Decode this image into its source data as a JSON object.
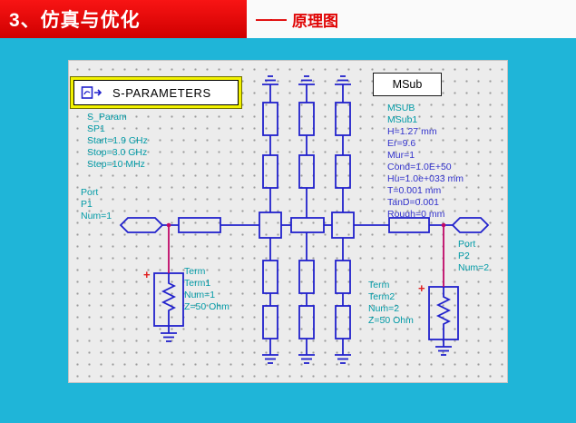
{
  "header": {
    "title": "3、仿真与优化",
    "dash": "——",
    "subtitle": "原理图"
  },
  "colors": {
    "background_cyan": "#1fb5d8",
    "header_red": "#e00404",
    "schematic_blue": "#2121cc",
    "annotation_teal": "#009aa6",
    "param_blue": "#3333cc",
    "wire_magenta": "#c00868",
    "plus_red": "#e02020",
    "highlight_yellow": "#f2f200"
  },
  "schematic": {
    "s_parameters": {
      "label": "S-PARAMETERS",
      "lines": [
        "S_Param",
        "SP1",
        "Start=1.9 GHz",
        "Stop=3.0 GHz",
        "Step=10 MHz"
      ]
    },
    "msub_box": {
      "label": "MSub"
    },
    "msub": {
      "lines_teal": [
        "MSUB",
        "MSub1"
      ],
      "lines_blue": [
        "H=1.27 mm",
        "Er=9.6",
        "Mur=1",
        "Cond=1.0E+50",
        "Hu=1.0e+033 mm",
        "T=0.001 mm",
        "TanD=0.001",
        "Rough=0 mm"
      ]
    },
    "port1": {
      "lines": [
        "Port",
        "P1",
        "Num=1"
      ]
    },
    "port2": {
      "lines": [
        "Port",
        "P2",
        "Num=2"
      ]
    },
    "term1": {
      "lines": [
        "Term",
        "Term1",
        "Num=1",
        "Z=50 Ohm"
      ]
    },
    "term2": {
      "lines": [
        "Term",
        "Term2",
        "Num=2",
        "Z=50 Ohm"
      ]
    },
    "plus_sign": "+"
  }
}
